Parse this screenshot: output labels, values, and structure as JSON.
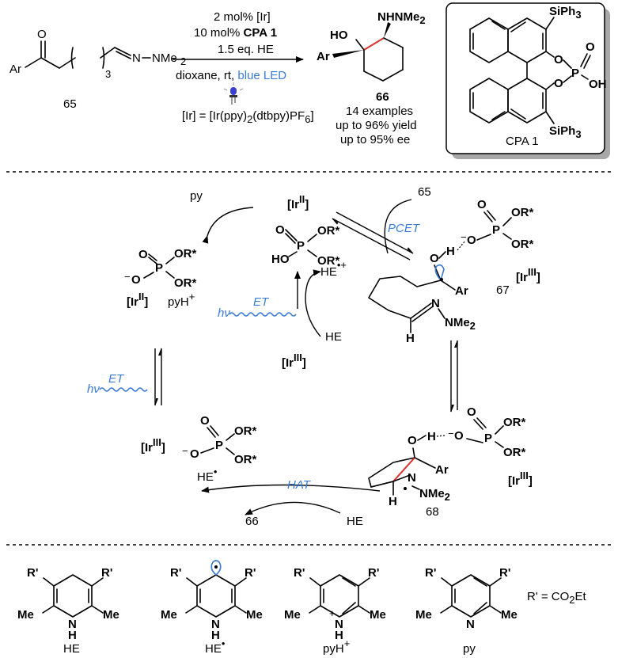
{
  "reaction": {
    "substrate_label": "65",
    "substrate_ar": "Ar",
    "substrate_o": "O",
    "substrate_subscript": "3",
    "substrate_n": "N",
    "substrate_nme2": "NMe",
    "sub2": "2",
    "conditions": [
      "2 mol% [Ir]",
      "10 mol% ",
      "CPA 1",
      "1.5 eq. HE",
      "dioxane, rt, ",
      "blue LED"
    ],
    "ir_def_pre": "[Ir] = [Ir(ppy)",
    "ir_def_mid": "(dtbpy)PF",
    "ir_def_6": "6",
    "ir_def_end": "]",
    "product_label": "66",
    "product_ho": "HO",
    "product_ar": "Ar",
    "product_nhnme2": "NHNMe",
    "results": [
      "14 examples",
      "up to 96% yield",
      "up to 95% ee"
    ]
  },
  "cpa": {
    "label": "CPA 1",
    "siph3": "SiPh",
    "sub3": "3",
    "o": "O",
    "p": "P",
    "oh": "OH"
  },
  "cycle": {
    "py": "py",
    "ir_ii": "[Ir",
    "ir_ii_sup": "II",
    "ir_iii_sup": "III",
    "close": "]",
    "pcet": "PCET",
    "et": "ET",
    "hat": "HAT",
    "hv": "hν",
    "he": "HE",
    "he_plus": "HE",
    "plus": "+",
    "minus": "−",
    "pyh": "pyH",
    "or_star": "OR*",
    "ho": "HO",
    "o": "O",
    "p": "P",
    "h": "H",
    "n": "N",
    "ar": "Ar",
    "nme2": "NMe",
    "sub2": "2",
    "label_65": "65",
    "label_66": "66",
    "label_67": "67",
    "label_68": "68",
    "dot": "•"
  },
  "bottom": {
    "rprime": "R'",
    "me": "Me",
    "n": "N",
    "h": "H",
    "labels": [
      "HE",
      "HE",
      "pyH",
      "py"
    ],
    "rdef": "R' = CO",
    "rdef_sub": "2",
    "rdef_end": "Et"
  }
}
